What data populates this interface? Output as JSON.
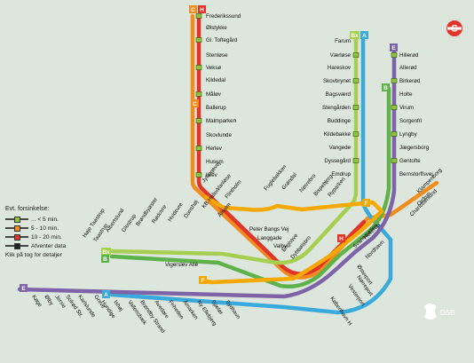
{
  "legend": {
    "title": "Evt. forsinkelse:",
    "items": [
      {
        "label": "... < 5 min.",
        "color": "#8fc43a"
      },
      {
        "label": "5 - 10 min.",
        "color": "#f28c1e"
      },
      {
        "label": "10 - 20 min.",
        "color": "#e2352a"
      },
      {
        "label": "Afventer data",
        "color": "#222222"
      }
    ],
    "hint": "Klik på tog for detaljer"
  },
  "lines": [
    {
      "id": "C",
      "color": "#f28c1e"
    },
    {
      "id": "H",
      "color": "#e2352a"
    },
    {
      "id": "Bx",
      "color": "#a6cf52"
    },
    {
      "id": "A",
      "color": "#3aa9dc"
    },
    {
      "id": "E",
      "color": "#7d63a8"
    },
    {
      "id": "B",
      "color": "#5fb24a"
    },
    {
      "id": "F",
      "color": "#f5a800"
    }
  ],
  "stations": {
    "frederikssund": [
      "Frederikssund",
      "Ølstykke",
      "Gl. Toftegård",
      "Stenløse",
      "Veksø",
      "Kildedal",
      "Måløv",
      "Ballerup",
      "Malmparken",
      "Skovlunde",
      "Herlev",
      "Husum",
      "Islev"
    ],
    "farum": [
      "Farum",
      "Værløse",
      "Hareskov",
      "Skovbrynet",
      "Bagsværd",
      "Stengården",
      "Buddinge",
      "Kildebakke",
      "Vangede",
      "Dyssegård",
      "Emdrup"
    ],
    "hillerod": [
      "Hillerød",
      "Allerød",
      "Birkerød",
      "Holte",
      "Virum",
      "Sorgenfri",
      "Lyngby",
      "Jægersborg",
      "Gentofte",
      "Bernstorffsvej"
    ],
    "ring": [
      "Jyllingevej",
      "Vanløse",
      "Flintholm",
      "KB Hallen",
      "Ålholm",
      "Peter Bangs Vej",
      "Langgade",
      "Valby",
      "Enghave",
      "Dybbølsbro",
      "Fuglebakken",
      "Grøndal",
      "Nørrebro",
      "Bispebjerg",
      "Ryparken"
    ],
    "west": [
      "Høje Taastrup",
      "Taastrup",
      "Albertslund",
      "Glostrup",
      "Brøndbyøster",
      "Rødovre",
      "Hvidovre",
      "Danshøj",
      "Vigerslev Allé"
    ],
    "south": [
      "Køge",
      "Ølby",
      "Jersie",
      "Solrød Str.",
      "Karlslunde",
      "Greve",
      "Hundige",
      "Ishøj",
      "Vallensbæk",
      "Brøndby Strand",
      "Avedøre",
      "Friheden",
      "Åmarken",
      "Ny Ellebjerg",
      "Sjælør",
      "Sydhavn"
    ],
    "central": [
      "Hellerup",
      "Svanemøllen",
      "Nordhavn",
      "Østerport",
      "Nørreport",
      "Vesterport",
      "København H",
      "Klampenborg",
      "Ordrup",
      "Charlottenlund"
    ]
  },
  "brand": {
    "dsb": "DSB"
  }
}
